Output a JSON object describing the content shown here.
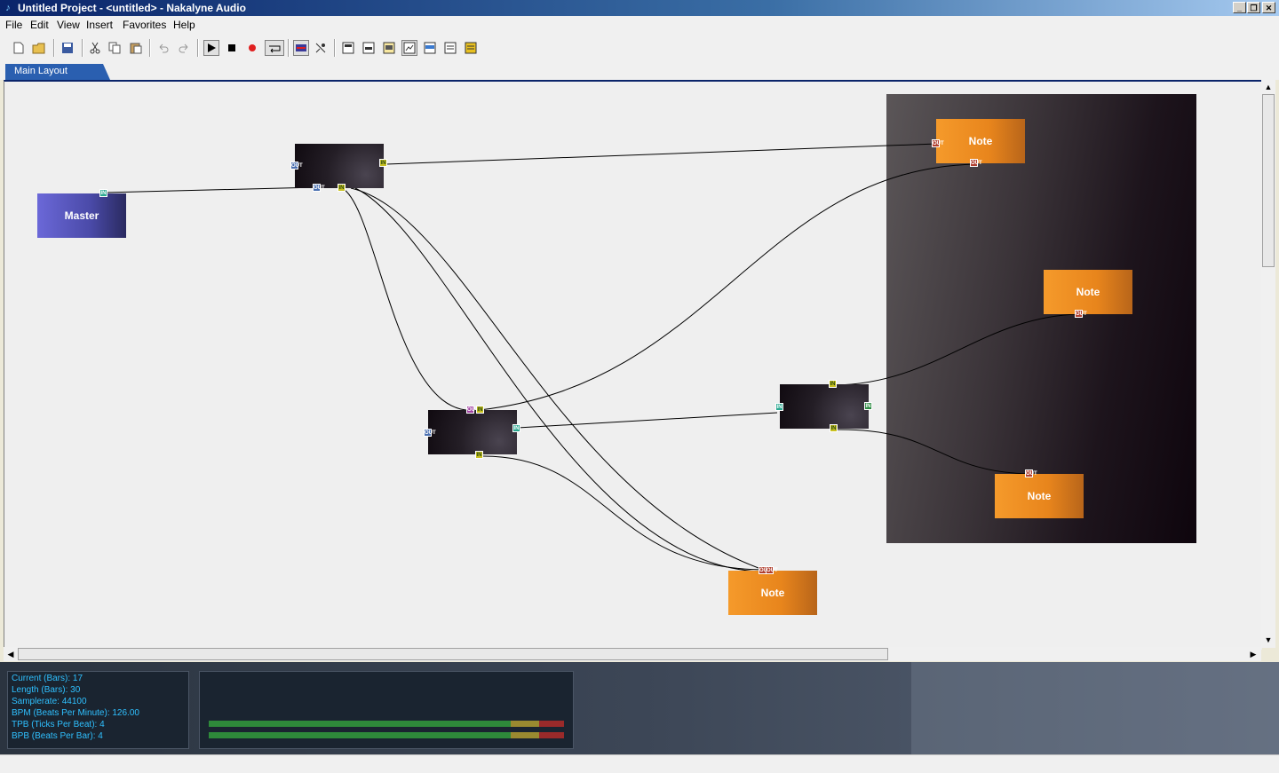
{
  "window": {
    "title": "Untitled Project - <untitled> - Nakalyne Audio",
    "app_icon": "nakalyne-app-icon",
    "buttons": [
      "minimize",
      "restore",
      "close"
    ]
  },
  "menu": [
    "File",
    "Edit",
    "View",
    "Insert",
    "Favorites",
    "Help"
  ],
  "toolbar": {
    "icons": [
      "new-file-icon",
      "open-folder-icon",
      "save-icon",
      "cut-icon",
      "copy-icon",
      "paste-icon",
      "undo-icon",
      "redo-icon",
      "play-icon",
      "stop-icon",
      "record-icon",
      "loop-icon",
      "mixer-icon",
      "tools-icon",
      "view-1-icon",
      "view-2-icon",
      "view-3-icon",
      "view-4-icon",
      "view-5-icon",
      "view-6-icon",
      "view-7-icon"
    ]
  },
  "tabs": [
    {
      "label": "Main Layout",
      "active": true
    }
  ],
  "nodes": {
    "master": "Master",
    "note_top": "Note",
    "note_mid": "Note",
    "note_low": "Note",
    "note_bottom": "Note"
  },
  "ports": {
    "in": "IN",
    "out": "OUT"
  },
  "info": {
    "current": "Current (Bars): 17",
    "length": "Length (Bars): 30",
    "samplerate": "Samplerate: 44100",
    "bpm": "BPM (Beats Per Minute): 126.00",
    "tpb": "TPB (Ticks Per Beat): 4",
    "bpb": "BPB (Beats Per Bar): 4"
  },
  "meters": {
    "left_level": 1.0,
    "right_level": 1.0
  },
  "colors": {
    "note": "#f0901f",
    "master": "#5a58c8",
    "info_text": "#2fc0ff",
    "meter_green": "#2e8a3a"
  }
}
